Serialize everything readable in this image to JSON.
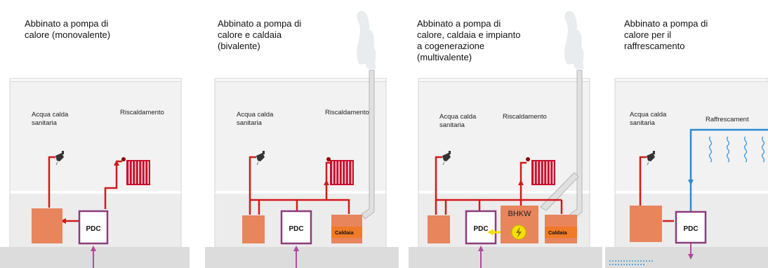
{
  "panels": [
    {
      "title": "Abbinato a pompa di\ncalore (monovalente)",
      "label_hot_water": [
        "Acqua calda",
        "sanitaria"
      ],
      "label_heating": "Riscaldamento",
      "pdc": "PDC"
    },
    {
      "title": "Abbinato a pompa di\ncalore e caldaia\n(bivalente)",
      "label_hot_water": [
        "Acqua calda",
        "sanitaria"
      ],
      "label_heating": "Riscaldamento",
      "pdc": "PDC",
      "boiler": "Caldaia"
    },
    {
      "title": "Abbinato a pompa di\ncalore, caldaia e impianto\na cogenerazione\n(multivalente)",
      "label_hot_water": [
        "Acqua calda",
        "sanitaria"
      ],
      "label_heating": "Riscaldamento",
      "pdc": "PDC",
      "chp": "BHKW",
      "boiler": "Caldaia"
    },
    {
      "title": "Abbinato a pompa di\ncalore per il\nraffrescamento",
      "label_hot_water": [
        "Acqua calda",
        "sanitaria"
      ],
      "label_cooling": "Raffrescament",
      "pdc": "PDC"
    }
  ],
  "colors": {
    "pipe": "#d11a1a",
    "cold_pipe": "#2a8ad4",
    "ground_pipe": "#b04a9c",
    "tank": "#e8855d",
    "boiler": "#f07a26",
    "pdc_border": "#8a3d7d",
    "wall": "#f2f2f2",
    "ground": "#dcdcdc",
    "electric": "#f5e000"
  },
  "icons": {
    "tap": "tap-icon",
    "radiator": "radiator-icon",
    "electric": "lightning-icon",
    "cooling": "cooling-coil-icon",
    "chimney": "chimney-icon",
    "smoke": "smoke-icon"
  }
}
